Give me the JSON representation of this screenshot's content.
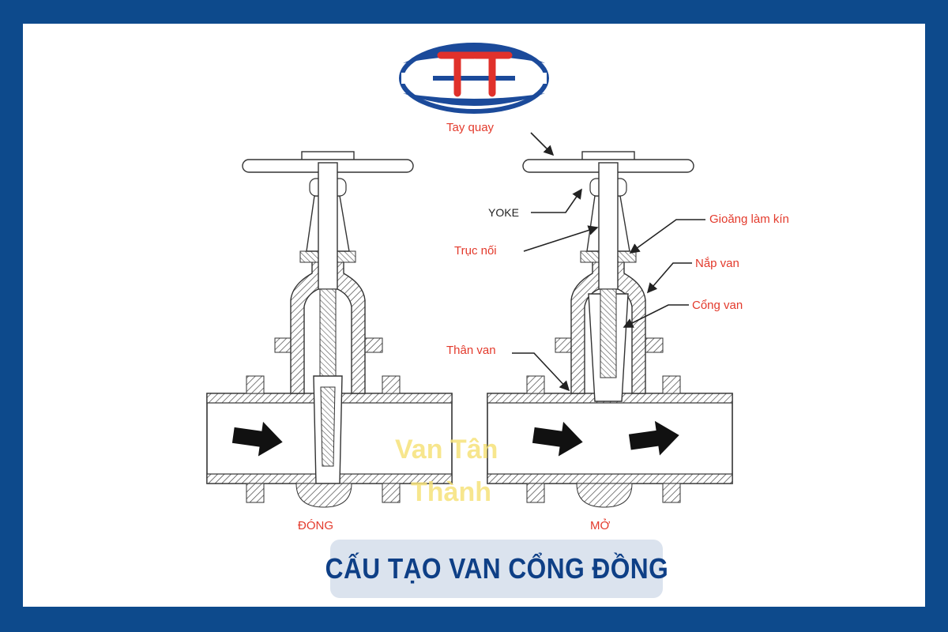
{
  "title": "CẤU TẠO VAN CỔNG ĐỒNG",
  "watermark": [
    "Van Tân",
    "Thành"
  ],
  "states": {
    "closed": "ĐÓNG",
    "open": "MỞ"
  },
  "labels": {
    "handwheel": "Tay quay",
    "yoke": "YOKE",
    "stem": "Trục nối",
    "packing": "Gioăng làm kín",
    "bonnet": "Nắp van",
    "gate": "Cổng van",
    "body": "Thân van"
  },
  "colors": {
    "frame": "#0d4a8c",
    "label_red": "#e33a2c",
    "title_text": "#0e3f86",
    "title_bg": "#dbe3ee",
    "logo_red": "#e0312b",
    "logo_blue": "#1b4a9a"
  },
  "logo": {
    "mark": "TT",
    "icon": "tan-thanh-logo-icon"
  }
}
